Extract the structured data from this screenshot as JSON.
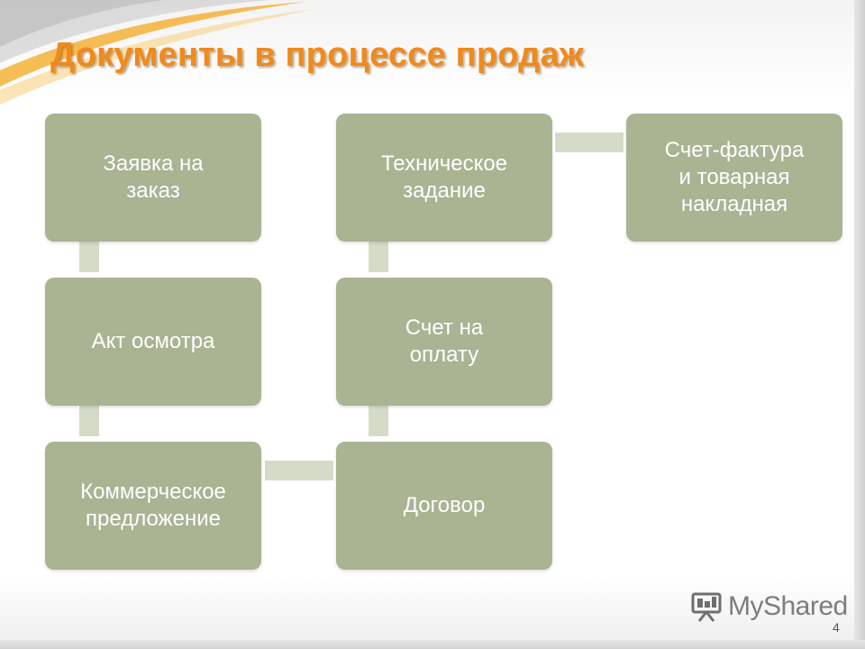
{
  "slide": {
    "title": "Документы в процессе продаж",
    "page_number": "4"
  },
  "diagram": {
    "boxes": [
      {
        "id": "order",
        "lines": [
          "Заявка на",
          "заказ"
        ]
      },
      {
        "id": "inspection",
        "lines": [
          "Акт осмотра"
        ]
      },
      {
        "id": "offer",
        "lines": [
          "Коммерческое",
          "предложение"
        ]
      },
      {
        "id": "spec",
        "lines": [
          "Техническое",
          "задание"
        ]
      },
      {
        "id": "invoice",
        "lines": [
          "Счет на",
          "оплату"
        ]
      },
      {
        "id": "contract",
        "lines": [
          "Договор"
        ]
      },
      {
        "id": "waybill",
        "lines": [
          "Счет-фактура",
          "и товарная",
          "накладная"
        ]
      }
    ],
    "connections": [
      {
        "from": "order",
        "to": "inspection"
      },
      {
        "from": "inspection",
        "to": "offer"
      },
      {
        "from": "offer",
        "to": "contract"
      },
      {
        "from": "contract",
        "to": "invoice"
      },
      {
        "from": "invoice",
        "to": "spec"
      },
      {
        "from": "spec",
        "to": "waybill"
      }
    ],
    "colors": {
      "box": "#a8b492",
      "connector": "#d4dcc8",
      "title": "#f08a1c"
    }
  },
  "watermark": {
    "logo_text": "MyShared",
    "icon": "presentation-board-icon"
  }
}
